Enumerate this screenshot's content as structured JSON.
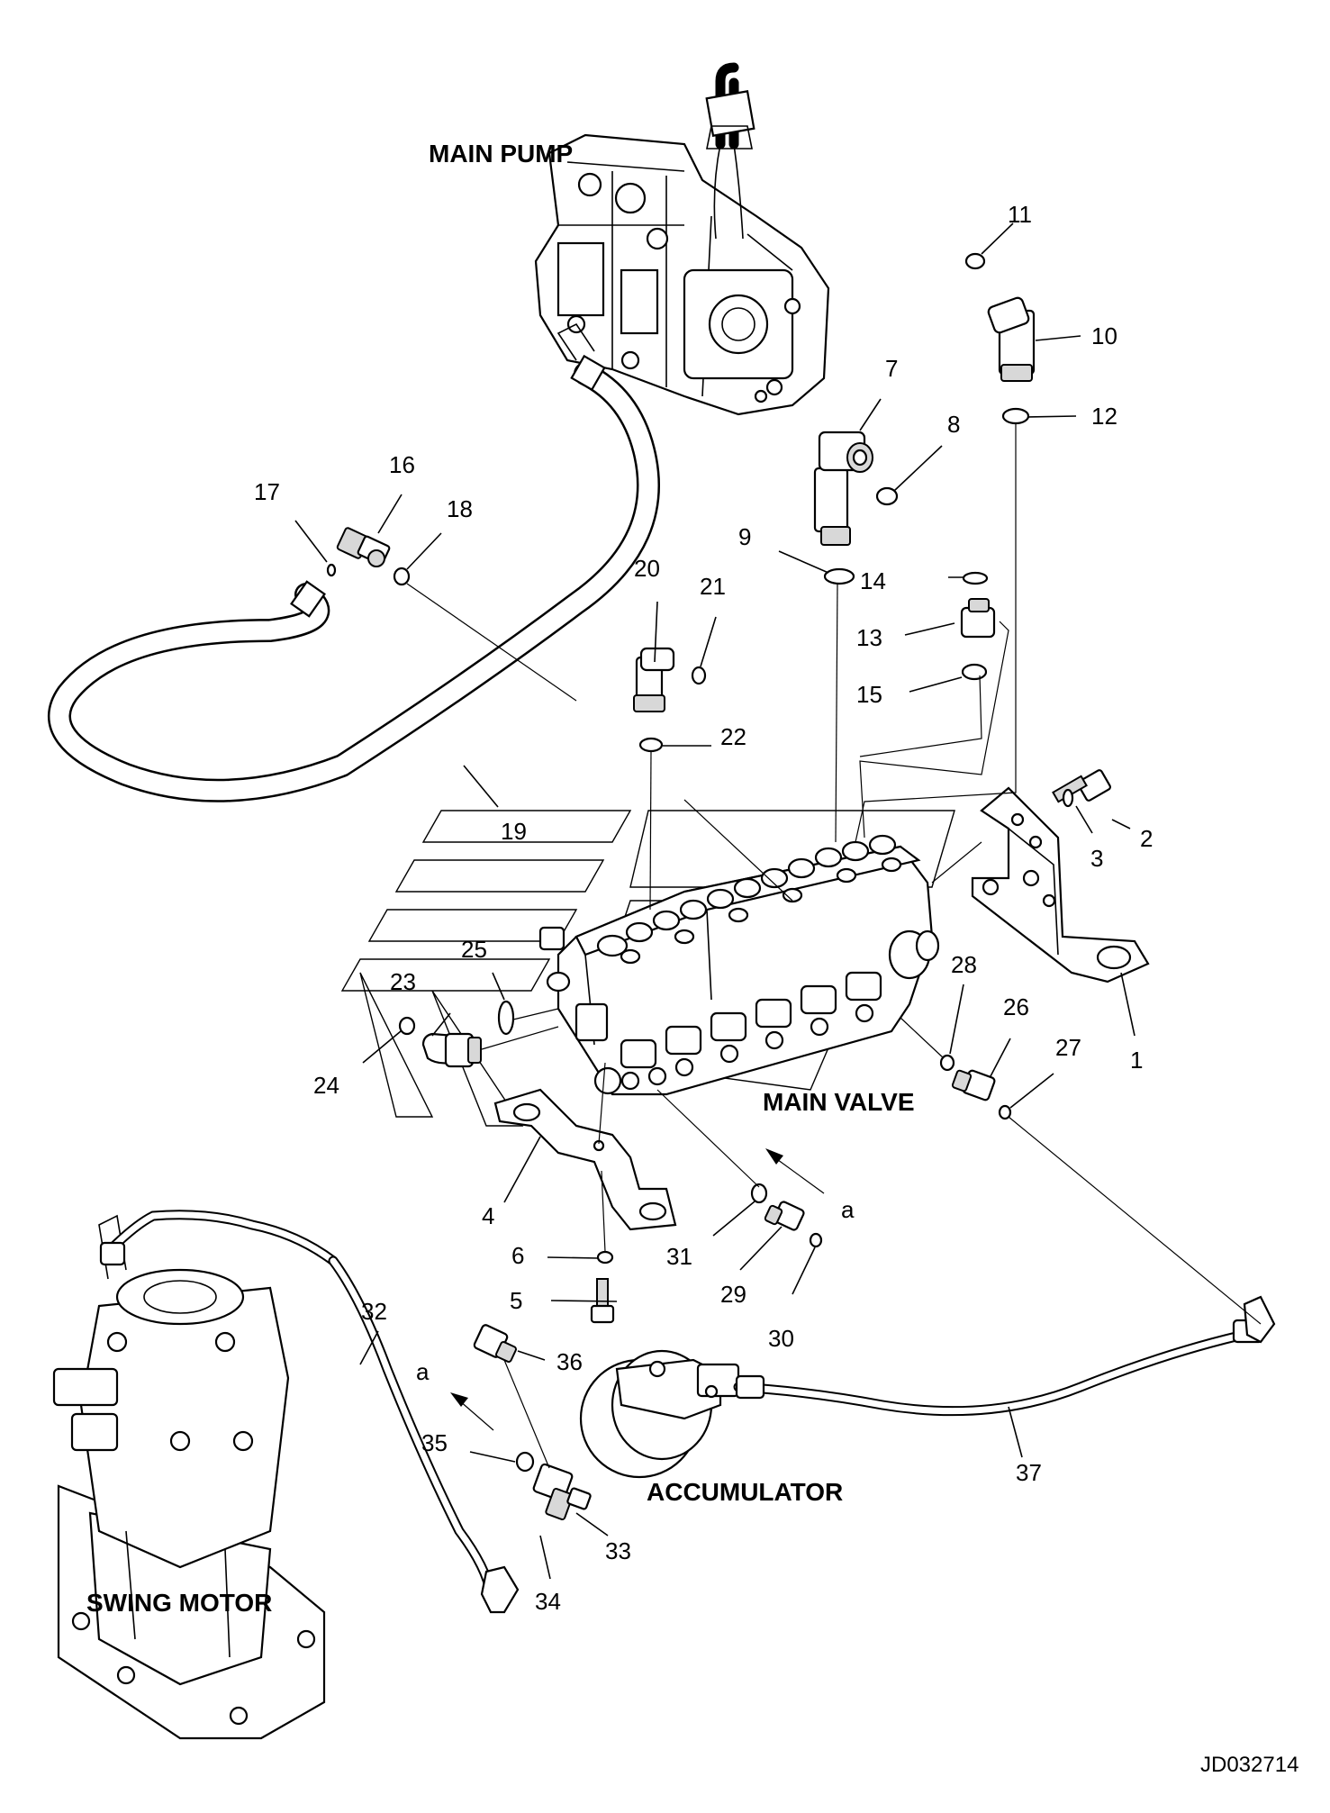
{
  "drawing": {
    "code": "JD032714",
    "components": {
      "main_pump": "MAIN PUMP",
      "main_valve": "MAIN VALVE",
      "accumulator": "ACCUMULATOR",
      "swing_motor": "SWING MOTOR"
    },
    "callouts": [
      "1",
      "2",
      "3",
      "4",
      "5",
      "6",
      "7",
      "8",
      "9",
      "10",
      "11",
      "12",
      "13",
      "14",
      "15",
      "16",
      "17",
      "18",
      "19",
      "20",
      "21",
      "22",
      "23",
      "24",
      "25",
      "26",
      "27",
      "28",
      "29",
      "30",
      "31",
      "32",
      "33",
      "34",
      "35",
      "36",
      "37"
    ],
    "connection_marks": [
      "a",
      "a"
    ]
  }
}
